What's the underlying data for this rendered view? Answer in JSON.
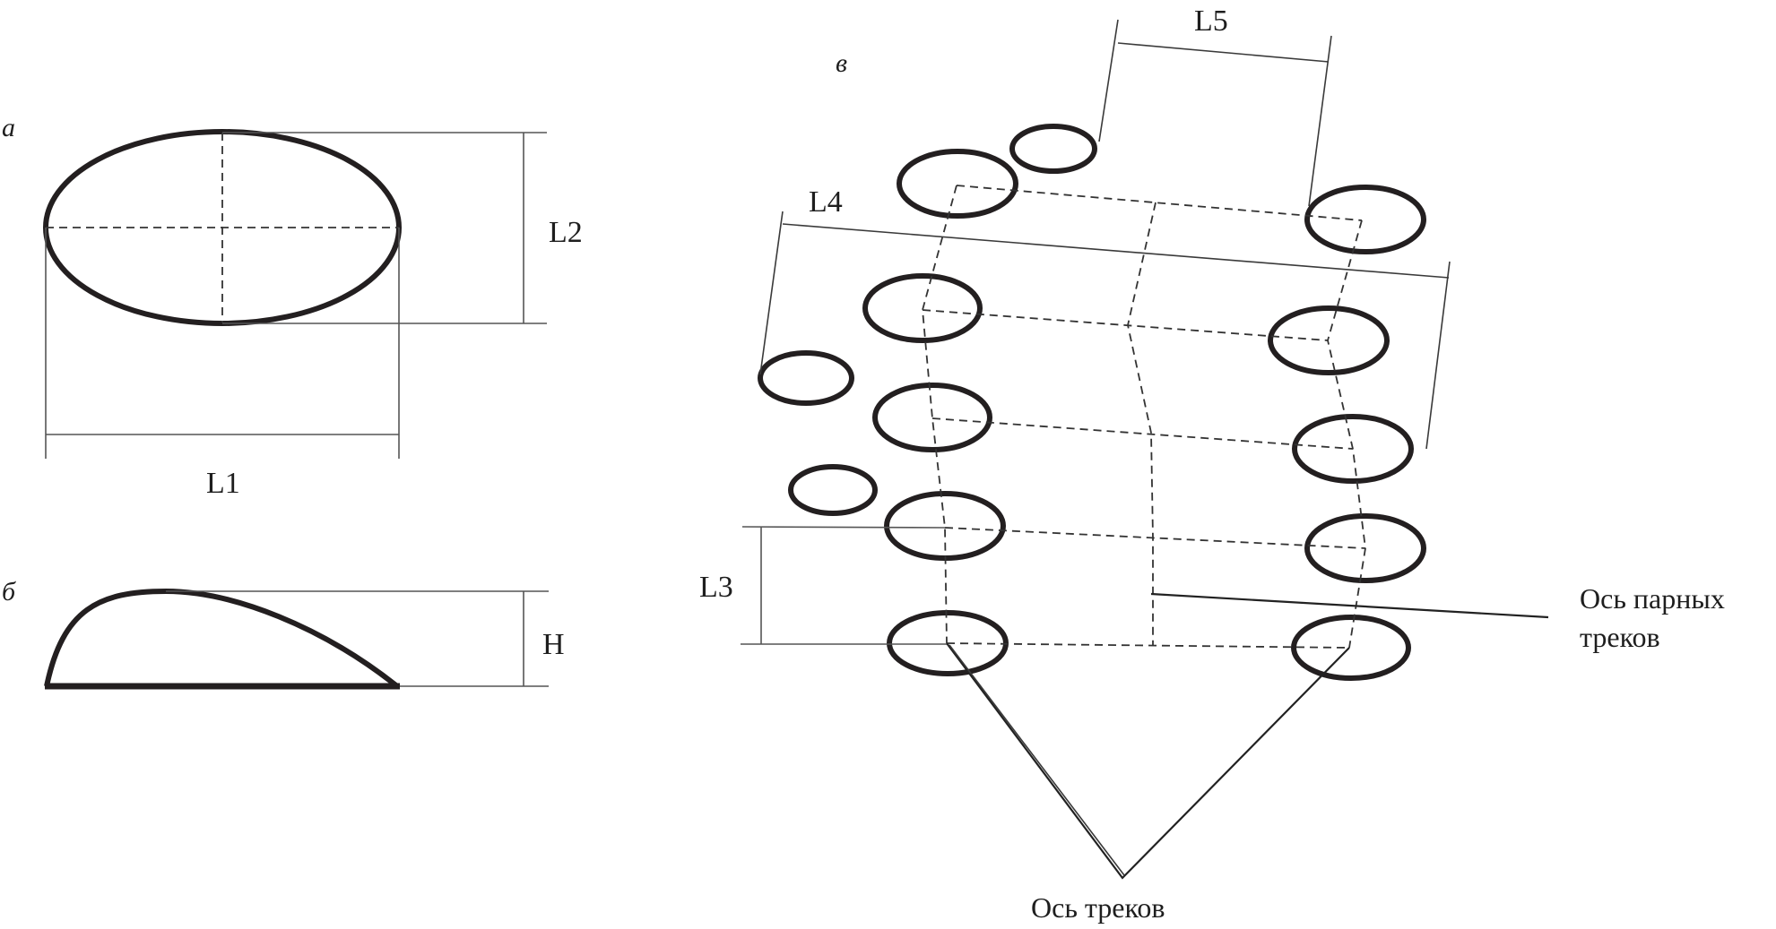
{
  "figure": {
    "panels": {
      "a": {
        "label": "а",
        "dims": {
          "width": "L1",
          "height": "L2"
        }
      },
      "b": {
        "label": "б",
        "dims": {
          "height": "H"
        }
      },
      "v": {
        "label": "в",
        "dims": {
          "stride": "L3",
          "track_width": "L4",
          "pair_gap": "L5"
        },
        "callouts": {
          "paired_axis_line1": "Ось парных",
          "paired_axis_line2": "треков",
          "track_axis": "Ось треков"
        }
      }
    }
  }
}
